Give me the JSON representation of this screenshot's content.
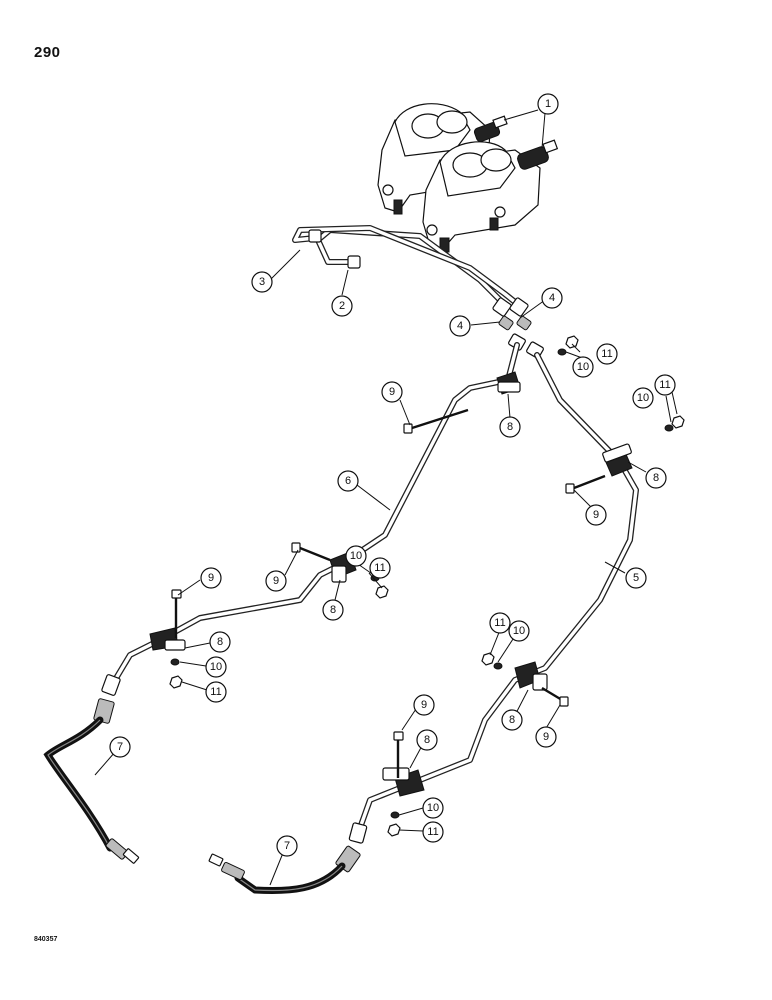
{
  "page_number": "290",
  "figure_code": "840357",
  "callouts": {
    "c1": "1",
    "c2": "2",
    "c3": "3",
    "c4a": "4",
    "c4b": "4",
    "c5": "5",
    "c6": "6",
    "c7a": "7",
    "c7b": "7",
    "c8a": "8",
    "c8b": "8",
    "c8c": "8",
    "c8d": "8",
    "c8e": "8",
    "c8f": "8",
    "c9a": "9",
    "c9b": "9",
    "c9c": "9",
    "c9d": "9",
    "c9e": "9",
    "c9f": "9",
    "c10a": "10",
    "c10b": "10",
    "c10c": "10",
    "c10d": "10",
    "c10e": "10",
    "c10f": "10",
    "c11a": "11",
    "c11b": "11",
    "c11c": "11",
    "c11d": "11",
    "c11e": "11",
    "c11f": "11"
  }
}
